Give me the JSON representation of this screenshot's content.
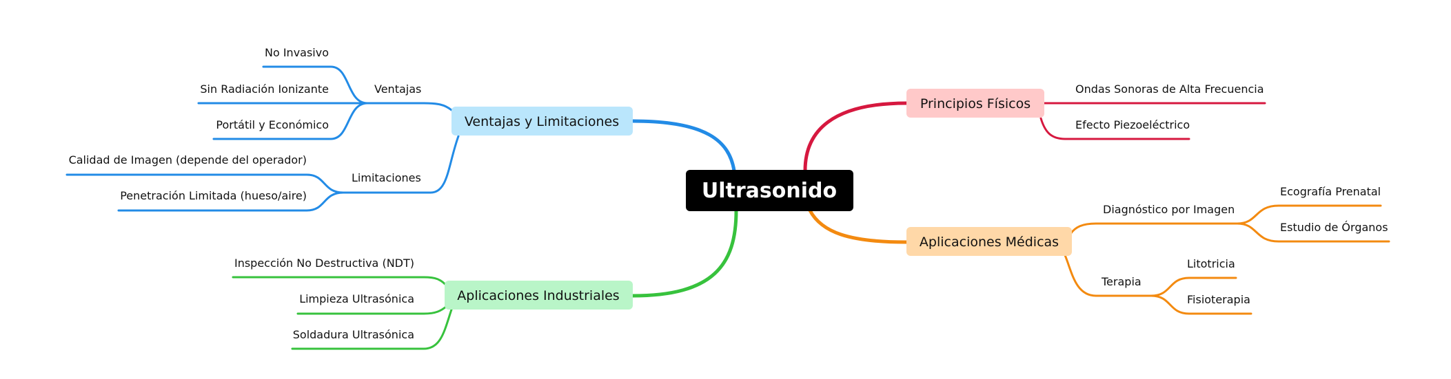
{
  "root": {
    "label": "Ultrasonido",
    "color": "#000000"
  },
  "branches": {
    "principios": {
      "label": "Principios Físicos",
      "color": "#d6183f",
      "fill": "#ffc9c9",
      "items": [
        "Ondas Sonoras de Alta Frecuencia",
        "Efecto Piezoeléctrico"
      ]
    },
    "aplicaciones_medicas": {
      "label": "Aplicaciones Médicas",
      "color": "#f38a10",
      "fill": "#ffd8a8",
      "groups": [
        {
          "label": "Diagnóstico por Imagen",
          "items": [
            "Ecografía Prenatal",
            "Estudio de Órganos"
          ]
        },
        {
          "label": "Terapia",
          "items": [
            "Litotricia",
            "Fisioterapia"
          ]
        }
      ]
    },
    "ventajas_limitaciones": {
      "label": "Ventajas y Limitaciones",
      "color": "#228be6",
      "fill": "#bae6fc",
      "groups": [
        {
          "label": "Ventajas",
          "items": [
            "No Invasivo",
            "Sin Radiación Ionizante",
            "Portátil y Económico"
          ]
        },
        {
          "label": "Limitaciones",
          "items": [
            "Calidad de Imagen (depende del operador)",
            "Penetración Limitada (hueso/aire)"
          ]
        }
      ]
    },
    "aplicaciones_industriales": {
      "label": "Aplicaciones Industriales",
      "color": "#37c23d",
      "fill": "#b9f5c8",
      "items": [
        "Inspección No Destructiva (NDT)",
        "Limpieza Ultrasónica",
        "Soldadura Ultrasónica"
      ]
    }
  }
}
